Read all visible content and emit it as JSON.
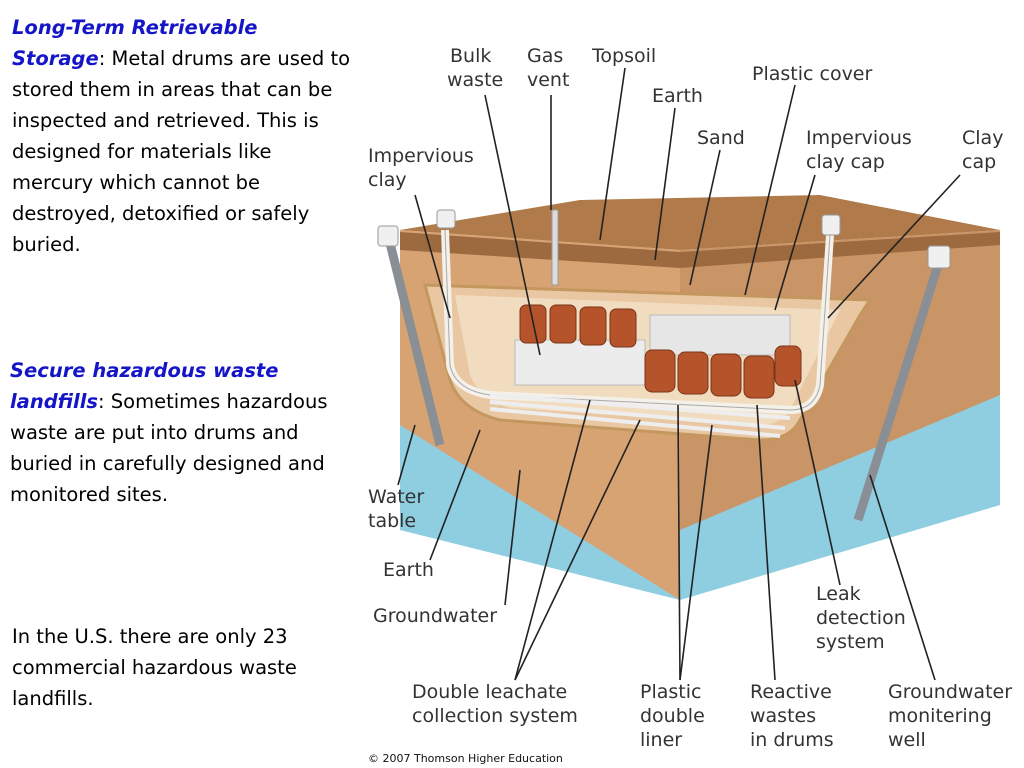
{
  "text": {
    "p1_heading": "Long-Term Retrievable Storage",
    "p1_body": ": Metal drums are used to stored them in areas that can be inspected and retrieved. This is designed for materials like mercury which cannot be destroyed, detoxified or safely buried.",
    "p2_heading": "Secure hazardous waste landfills",
    "p2_body": ": Sometimes hazardous waste are put into drums and buried in carefully designed and monitored sites.",
    "p3_body": "In the U.S. there are only 23 commercial hazardous waste landfills."
  },
  "labels": {
    "bulk_1": "Bulk",
    "bulk_2": "waste",
    "gas_1": "Gas",
    "gas_2": "vent",
    "topsoil": "Topsoil",
    "plastic_cover": "Plastic cover",
    "earth_top": "Earth",
    "sand": "Sand",
    "imp_cap_1": "Impervious",
    "imp_cap_2": "clay cap",
    "clay_cap_1": "Clay",
    "clay_cap_2": "cap",
    "imp_clay_1": "Impervious",
    "imp_clay_2": "clay",
    "water_1": "Water",
    "water_2": "table",
    "earth_left": "Earth",
    "groundwater": "Groundwater",
    "leak_1": "Leak",
    "leak_2": "detection",
    "leak_3": "system",
    "dlc_1": "Double leachate",
    "dlc_2": "collection system",
    "pdl_1": "Plastic",
    "pdl_2": "double",
    "pdl_3": "liner",
    "rw_1": "Reactive",
    "rw_2": "wastes",
    "rw_3": "in drums",
    "gw_1": "Groundwater",
    "gw_2": "monitering",
    "gw_3": "well"
  },
  "copyright": "© 2007 Thomson Higher Education",
  "colors": {
    "highlight": "#1515c8",
    "soil": "#d8a373",
    "water": "#8fcde0",
    "drum": "#b5532a",
    "topsoil": "#b07a4a"
  }
}
